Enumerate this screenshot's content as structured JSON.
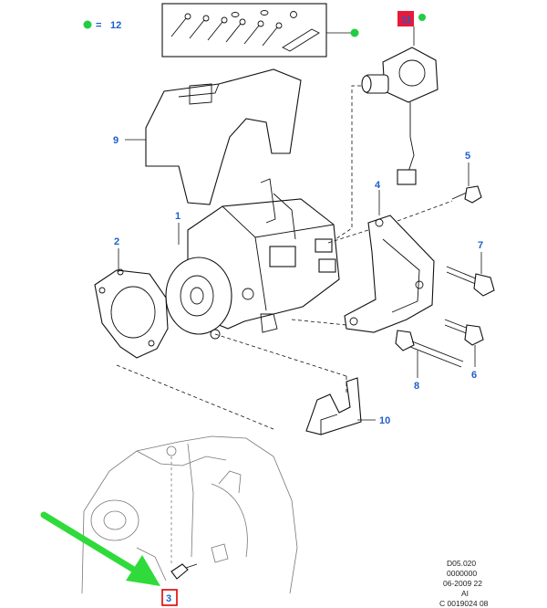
{
  "legend": {
    "eq": "=",
    "count": "12"
  },
  "callouts": {
    "c1": "1",
    "c2": "2",
    "c3": "3",
    "c4": "4",
    "c5": "5",
    "c6": "6",
    "c7": "7",
    "c8": "8",
    "c9": "9",
    "c10": "10",
    "c11": "11"
  },
  "reference": {
    "line1": "D05.020",
    "line2": "0000000",
    "line3": "06-2009 22",
    "line4": "AI",
    "line5": "C 0019024 08"
  },
  "colors": {
    "callout_text": "#1f5fc8",
    "highlight": "#e8193a",
    "dot": "#22cc44",
    "arrow": "#2edb3a",
    "box_outline": "#e00000"
  }
}
